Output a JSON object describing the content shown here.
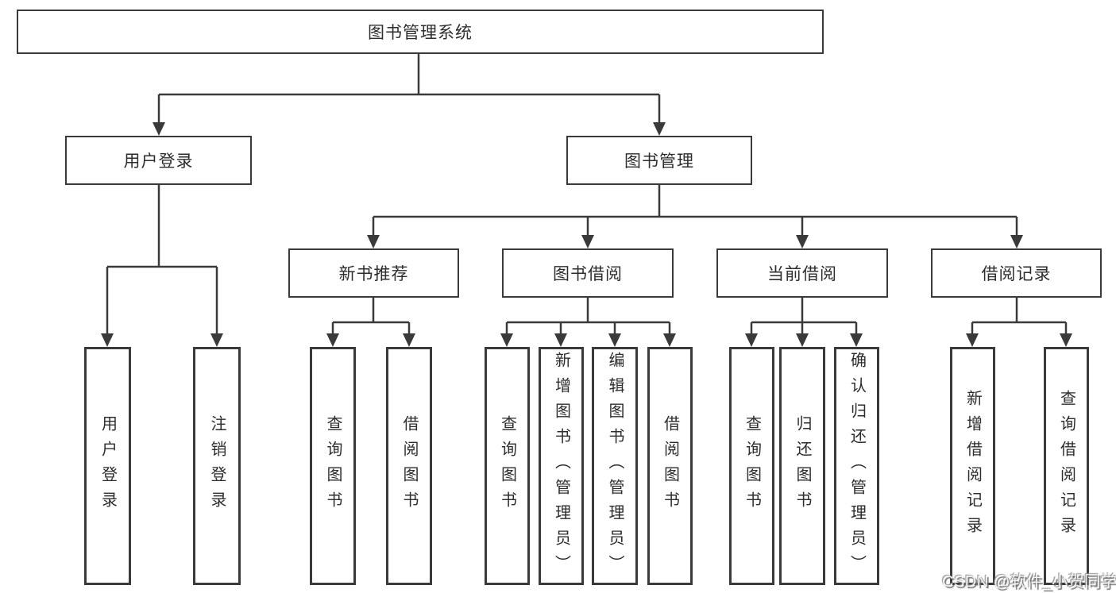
{
  "diagram_title": "图书管理系统",
  "tree": {
    "label": "图书管理系统",
    "children": [
      {
        "label": "用户登录",
        "children": [
          {
            "label": "用户登录"
          },
          {
            "label": "注销登录"
          }
        ]
      },
      {
        "label": "图书管理",
        "children": [
          {
            "label": "新书推荐",
            "children": [
              {
                "label": "查询图书"
              },
              {
                "label": "借阅图书"
              }
            ]
          },
          {
            "label": "图书借阅",
            "children": [
              {
                "label": "查询图书"
              },
              {
                "label": "新增图书（管理员）"
              },
              {
                "label": "编辑图书（管理员）"
              },
              {
                "label": "借阅图书"
              }
            ]
          },
          {
            "label": "当前借阅",
            "children": [
              {
                "label": "查询图书"
              },
              {
                "label": "归还图书"
              },
              {
                "label": "确认归还（管理员）"
              }
            ]
          },
          {
            "label": "借阅记录",
            "children": [
              {
                "label": "新增借阅记录"
              },
              {
                "label": "查询借阅记录"
              }
            ]
          }
        ]
      }
    ]
  },
  "watermark": {
    "text": "CSDN @软件_小贺同学"
  },
  "colors": {
    "line": "#3a3a3a",
    "box_border": "#3a3a3a",
    "box_background": "#ffffff",
    "text": "#2d2d2d",
    "page_background": "#ffffff",
    "watermark_fill": "#f4f4f4",
    "watermark_shadow": "#6e6e6e"
  }
}
